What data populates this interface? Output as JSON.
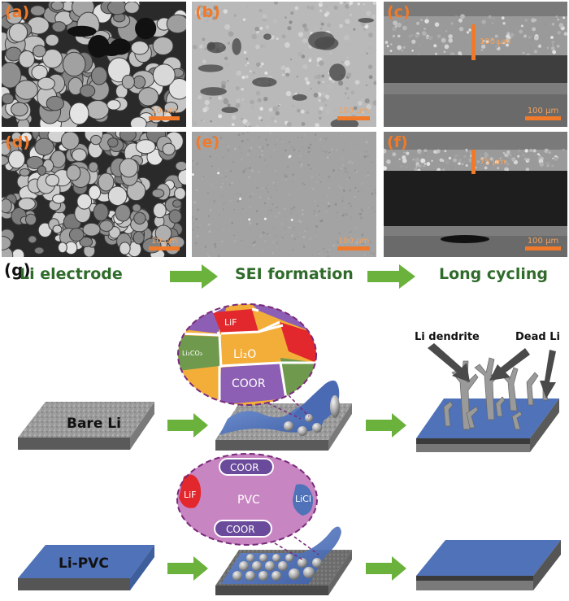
{
  "sem_panels": [
    {
      "label": "(a)",
      "scale": "10 μm",
      "thickness": ""
    },
    {
      "label": "(b)",
      "scale": "100 μm",
      "thickness": ""
    },
    {
      "label": "(c)",
      "scale": "100 μm",
      "thickness": "100 μm"
    },
    {
      "label": "(d)",
      "scale": "10 μm",
      "thickness": ""
    },
    {
      "label": "(e)",
      "scale": "100 μm",
      "thickness": ""
    },
    {
      "label": "(f)",
      "scale": "100 μm",
      "thickness": "75 μm"
    }
  ],
  "scheme": {
    "label": "(g)",
    "steps": [
      "Li electrode",
      "SEI formation",
      "Long cycling"
    ],
    "bare_li": "Bare Li",
    "li_pvc": "Li-PVC",
    "bare_sei": {
      "lif": "LiF",
      "li2o": "Li₂O",
      "li2co3": "Li₂CO₃",
      "coor": "COOR"
    },
    "pvc_sei": {
      "coor_top": "COOR",
      "pvc": "PVC",
      "lif": "LiF",
      "licl": "LiCl",
      "coor_bottom": "COOR"
    },
    "li_dendrite": "Li dendrite",
    "dead_li": "Dead Li"
  },
  "colors": {
    "accent": "#f07a2a",
    "step_text": "#2f6b2a",
    "arrow": "#6ab23c",
    "film": "#4f72b8",
    "pvc": "#c785c2"
  }
}
